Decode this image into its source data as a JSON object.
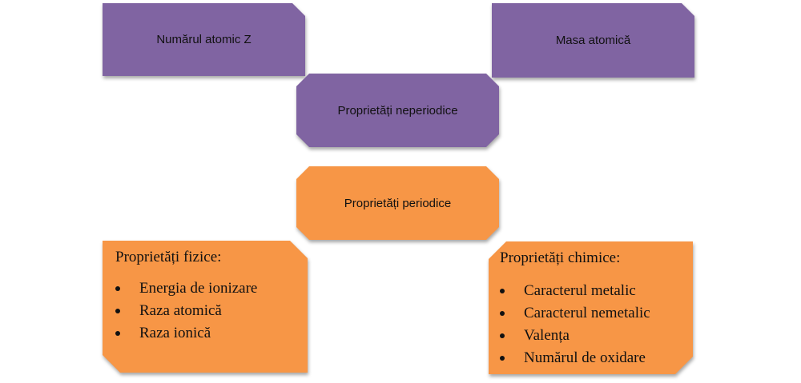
{
  "nodes": {
    "numarul_atomic": {
      "label": "Numărul atomic Z"
    },
    "masa_atomica": {
      "label": "Masa atomică"
    },
    "neperiodice": {
      "label": "Proprietăți neperiodice"
    },
    "periodice": {
      "label": "Proprietăți periodice"
    },
    "fizice": {
      "title": "Proprietăți fizice:",
      "items": [
        "Energia de ionizare",
        "Raza atomică",
        "Raza ionică"
      ]
    },
    "chimice": {
      "title": "Proprietăți chimice:",
      "items": [
        "Caracterul metalic",
        "Caracterul nemetalic",
        "Valența",
        "Numărul de oxidare"
      ]
    }
  },
  "colors": {
    "purple": "#8064a2",
    "orange": "#f79646"
  }
}
